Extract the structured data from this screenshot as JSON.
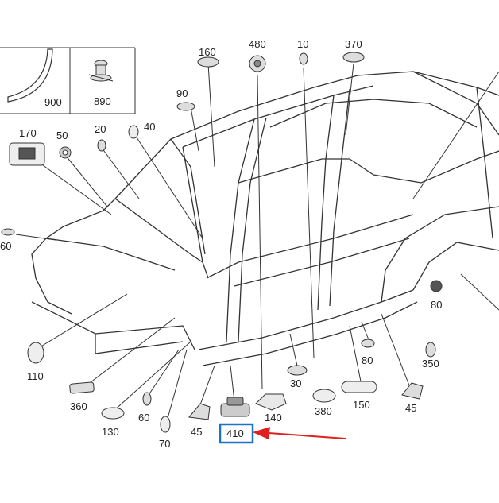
{
  "callouts": {
    "c900": "900",
    "c890": "890",
    "c160": "160",
    "c480": "480",
    "c10": "10",
    "c370": "370",
    "c90": "90",
    "c170": "170",
    "c50": "50",
    "c20": "20",
    "c40": "40",
    "c60_left": "60",
    "c80_right": "80",
    "c110": "110",
    "c360": "360",
    "c130": "130",
    "c60_bottom": "60",
    "c70": "70",
    "c45_left": "45",
    "c410": "410",
    "c140": "140",
    "c30": "30",
    "c380": "380",
    "c150": "150",
    "c80_lower": "80",
    "c350": "350",
    "c45_right": "45"
  },
  "colors": {
    "highlight_box": "#1a73c8",
    "arrow": "#e02020",
    "line": "#333333",
    "part_fill": "#e8e8e8"
  }
}
